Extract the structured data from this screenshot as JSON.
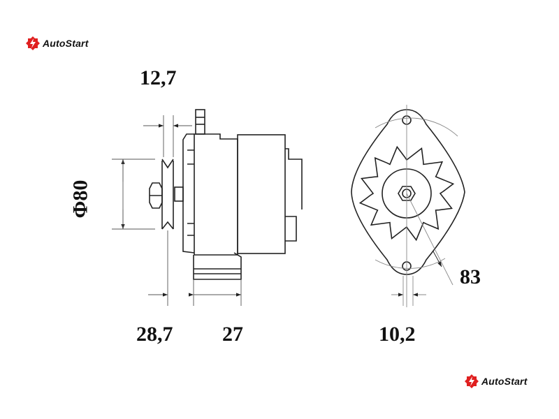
{
  "brand": {
    "name": "AutoStart",
    "color": "#e02020"
  },
  "dimensions": {
    "top_width": "12,7",
    "pulley_diameter": "Φ80",
    "front_offset": "28,7",
    "mount_width": "27",
    "ear_width": "10,2",
    "radius": "83"
  }
}
